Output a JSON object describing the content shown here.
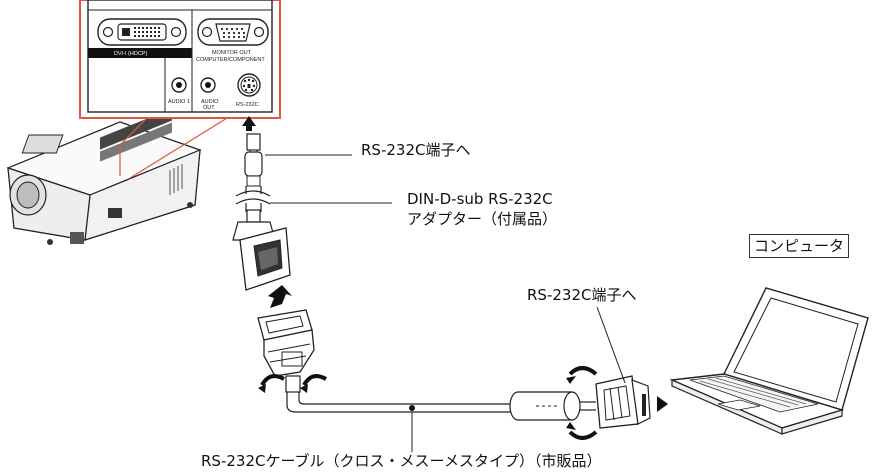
{
  "panel": {
    "port_dvi": "DVI-I (HDCP)",
    "port_monitor_out": "MONITOR OUT",
    "port_computer_component": "COMPUTER/COMPONENT",
    "port_audio1": "AUDIO 1",
    "port_audio_out_1": "AUDIO",
    "port_audio_out_2": "OUT",
    "port_rs232c": "RS-232C"
  },
  "labels": {
    "rs232c_terminal_top": "RS-232C端子へ",
    "adapter_line1": "DIN-D-sub RS-232C",
    "adapter_line2": "アダプター（付属品）",
    "computer": "コンピュータ",
    "rs232c_terminal_pc": "RS-232C端子へ",
    "cable": "RS-232Cケーブル（クロス・メスーメスタイプ）（市販品）"
  },
  "colors": {
    "panel_border": "#e05540",
    "line": "#222222"
  }
}
